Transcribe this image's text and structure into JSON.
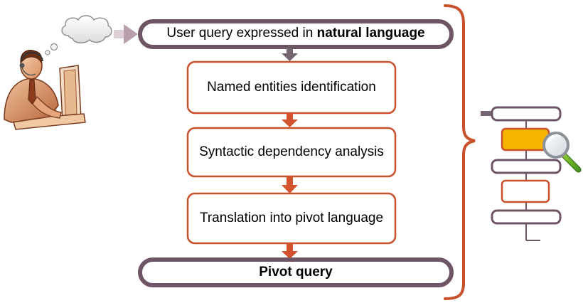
{
  "steps": {
    "query_prefix": "User query expressed in ",
    "query_emphasis": "natural language",
    "entities": "Named entities identification",
    "syntax": "Syntactic dependency analysis",
    "translation": "Translation into pivot language",
    "pivot": "Pivot query"
  },
  "icons": {
    "user": "person-at-computer-icon",
    "thought": "thought-cloud-icon",
    "flowchart": "flowchart-icon",
    "magnifier": "magnifier-icon"
  },
  "colors": {
    "pill_border": "#6e5566",
    "step_border": "#c8502a",
    "arrow_orange": "#d2532d",
    "arrow_gray": "#746570",
    "bracket": "#c8502a",
    "highlight_box": "#f4b400"
  }
}
